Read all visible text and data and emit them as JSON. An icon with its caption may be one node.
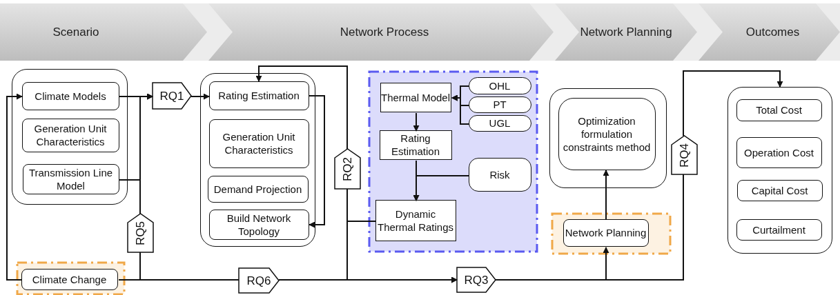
{
  "diagram": {
    "nodes": [
      {
        "text": [
          "Scenario"
        ]
      },
      {
        "text": [
          "Network Process"
        ]
      },
      {
        "text": [
          "Network Planning"
        ]
      },
      {
        "text": [
          "Outcomes"
        ]
      },
      {
        "text": [],
        "shape": "box"
      },
      {
        "text": [
          "Climate Models"
        ],
        "in": 4
      },
      {
        "text": [
          "Generation Unit Characteristics"
        ],
        "in": 4
      },
      {
        "text": [
          "Transmission Line Model"
        ],
        "in": 4
      },
      {
        "text": [],
        "shape": "box"
      },
      {
        "text": [
          "Climate Change"
        ],
        "in": 8
      },
      {
        "text": [
          "RQ1"
        ]
      },
      {
        "text": [
          "RQ5"
        ]
      },
      {
        "text": [],
        "shape": "box"
      },
      {
        "text": [
          "Rating Estimation"
        ],
        "in": 12
      },
      {
        "text": [
          "Generation Unit Characteristics"
        ],
        "in": 12
      },
      {
        "text": [
          "Demand Projection"
        ],
        "in": 12
      },
      {
        "text": [
          "Build Network Topology"
        ],
        "in": 12
      },
      {
        "text": [
          "RQ2"
        ]
      },
      {
        "text": [],
        "shape": "box"
      },
      {
        "text": [
          "Thermal Model"
        ],
        "in": 18
      },
      {
        "text": [
          "OHL"
        ],
        "in": 18
      },
      {
        "text": [
          "PT"
        ],
        "in": 18
      },
      {
        "text": [
          "UGL"
        ],
        "in": 18
      },
      {
        "text": [
          "Rating Estimation"
        ],
        "in": 18
      },
      {
        "text": [
          "Risk"
        ],
        "in": 18
      },
      {
        "text": [
          "Dynamic Thermal Ratings"
        ],
        "in": 18
      },
      {
        "text": [
          "RQ6"
        ]
      },
      {
        "text": [
          "RQ3"
        ]
      },
      {
        "text": [],
        "shape": "box"
      },
      {
        "text": [
          "Optimization formulation constraints method"
        ],
        "in": 28
      },
      {
        "text": [],
        "shape": "box"
      },
      {
        "text": [
          "Network Planning"
        ],
        "in": 30
      },
      {
        "text": [
          "RQ4"
        ]
      },
      {
        "text": [],
        "shape": "box"
      },
      {
        "text": [
          "Total Cost"
        ],
        "in": 33
      },
      {
        "text": [
          "Operation Cost"
        ],
        "in": 33
      },
      {
        "text": [
          "Capital Cost"
        ],
        "in": 33
      },
      {
        "text": [
          "Curtailment"
        ],
        "in": 33
      }
    ],
    "edges": [
      {
        "from": 9,
        "to": 5,
        "arrow": "to"
      },
      {
        "from": 5,
        "to": 10,
        "arrow": "to"
      },
      {
        "from": 7,
        "to": 10,
        "arrow": "to"
      },
      {
        "from": 9,
        "to": 11,
        "arrow": "none"
      },
      {
        "from": 11,
        "to": 10,
        "arrow": "to"
      },
      {
        "from": 10,
        "to": 13,
        "arrow": "to"
      },
      {
        "from": 13,
        "to": 16,
        "arrow": "to"
      },
      {
        "from": 17,
        "to": 13,
        "arrow": "to"
      },
      {
        "from": 25,
        "to": 17,
        "arrow": "none"
      },
      {
        "from": 9,
        "to": 26,
        "arrow": "none"
      },
      {
        "from": 26,
        "to": 27,
        "arrow": "to"
      },
      {
        "from": 17,
        "to": 27,
        "arrow": "to"
      },
      {
        "from": 20,
        "to": 19,
        "arrow": "to"
      },
      {
        "from": 21,
        "to": 19,
        "arrow": "to"
      },
      {
        "from": 22,
        "to": 19,
        "arrow": "to"
      },
      {
        "from": 19,
        "to": 23,
        "arrow": "to"
      },
      {
        "from": 23,
        "to": 25,
        "arrow": "to"
      },
      {
        "from": 24,
        "to": 25,
        "arrow": "to"
      },
      {
        "from": 27,
        "to": 31,
        "arrow": "to"
      },
      {
        "from": 31,
        "to": 29,
        "arrow": "to"
      },
      {
        "from": 27,
        "to": 32,
        "arrow": "none"
      },
      {
        "from": 32,
        "to": 33,
        "arrow": "to"
      }
    ]
  }
}
